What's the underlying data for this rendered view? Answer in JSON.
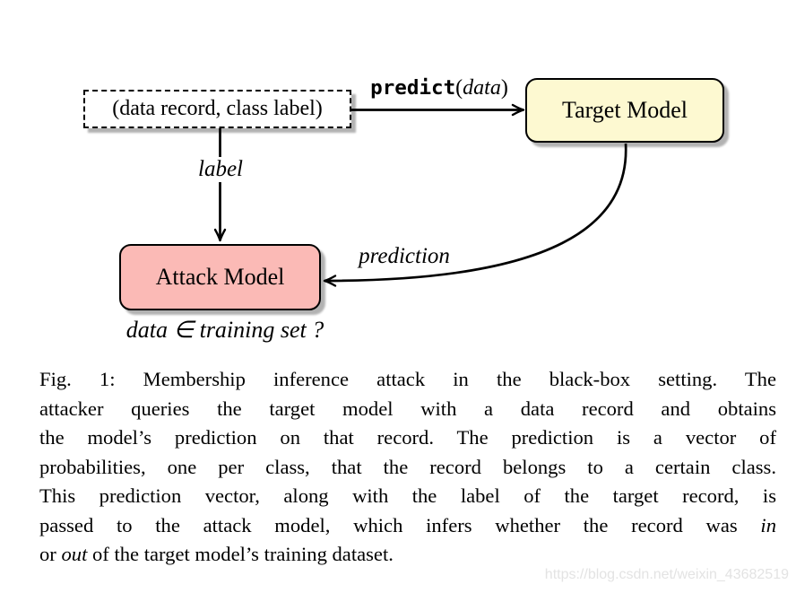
{
  "diagram": {
    "nodes": {
      "data_record": "(data record, class label)",
      "target_model": "Target Model",
      "attack_model": "Attack Model",
      "membership_question": "data ∈ training set ?"
    },
    "edges": {
      "predict_call": [
        {
          "t": "predict",
          "s": "m"
        },
        {
          "t": "(",
          "s": "r"
        },
        {
          "t": "data",
          "s": "i"
        },
        {
          "t": ")",
          "s": "r"
        }
      ],
      "label": "label",
      "prediction": "prediction"
    },
    "colors": {
      "target_fill": "#fdf9d1",
      "attack_fill": "#fbbab6",
      "line": "#000000",
      "watermark": "#e3e3e3"
    }
  },
  "caption": {
    "lines": [
      [
        {
          "t": "Fig. 1: Membership inference attack in the black-box setting. The",
          "s": "r"
        }
      ],
      [
        {
          "t": "attacker queries the target model with a data record and obtains",
          "s": "r"
        }
      ],
      [
        {
          "t": "the model’s prediction on that record. The prediction is a vector of",
          "s": "r"
        }
      ],
      [
        {
          "t": "probabilities, one per class, that the record belongs to a certain class.",
          "s": "r"
        }
      ],
      [
        {
          "t": "This prediction vector, along with the label of the target record, is",
          "s": "r"
        }
      ],
      [
        {
          "t": "passed to the attack model, which infers whether the record was ",
          "s": "r"
        },
        {
          "t": "in",
          "s": "i"
        }
      ],
      [
        {
          "t": "or ",
          "s": "r"
        },
        {
          "t": "out",
          "s": "i"
        },
        {
          "t": " of the target model’s training dataset.",
          "s": "r"
        }
      ]
    ]
  },
  "watermark": {
    "text": "https://blog.csdn.net/weixin_43682519"
  }
}
